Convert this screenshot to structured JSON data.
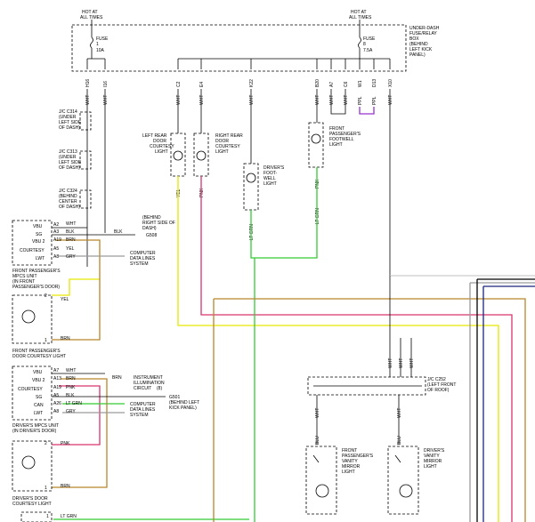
{
  "colors": {
    "yellow": "#e6e600",
    "pink": "#d9346e",
    "brown": "#b8862b",
    "light_green": "#33cc33",
    "purple": "#9933cc",
    "gray": "#9a9a9a",
    "black": "#000000",
    "dark_blue": "#1a237e",
    "white_wire": "#cccccc"
  },
  "fuse_box": {
    "hot_at_left": "HOT AT",
    "all_times_left": "ALL TIMES",
    "hot_at_right": "HOT AT",
    "all_times_right": "ALL TIMES",
    "label": [
      "UNDER-DASH",
      "FUSE/RELAY",
      "BOX",
      "(BEHIND",
      "LEFT KICK",
      "PANEL)"
    ],
    "fuse_left_label": "FUSE",
    "fuse_left_num": "1",
    "fuse_left_amps": "10A",
    "fuse_right_label": "FUSE",
    "fuse_right_num": "8",
    "fuse_right_amps": "7.5A",
    "pins": [
      "H16",
      "I16",
      "C2",
      "E4",
      "K22",
      "B20",
      "A7",
      "C6",
      "W1",
      "D13",
      "X10"
    ]
  },
  "wire_labels": {
    "wht": "WHT",
    "ppl": "PPL",
    "yel": "YEL",
    "pnk": "PNK",
    "lt_grn": "LT GRN",
    "blu": "BLU",
    "blk": "BLK",
    "brn": "BRN",
    "gry": "GRY"
  },
  "junctions": [
    [
      "J/C C314",
      "(UNDER",
      "LEFT SIDE",
      "OF DASH)"
    ],
    [
      "J/C C313",
      "(UNDER",
      "LEFT SIDE",
      "OF DASH)"
    ],
    [
      "J/C C324",
      "(BEHIND",
      "CENTER",
      "OF DASH)"
    ]
  ],
  "lights": {
    "left_rear": [
      "LEFT REAR",
      "DOOR",
      "COURTESY",
      "LIGHT"
    ],
    "right_rear": [
      "RIGHT REAR",
      "DOOR",
      "COURTESY",
      "LIGHT"
    ],
    "driver_footwell": [
      "DRIVER'S",
      "FOOT-",
      "WELL",
      "LIGHT"
    ],
    "pass_footwell": [
      "FRONT",
      "PASSENGER'S",
      "FOOTWELL",
      "LIGHT"
    ],
    "front_pass_door": [
      "FRONT PASSENGER'S",
      "DOOR COURTESY LIGHT"
    ],
    "driver_door": [
      "DRIVER'S DOOR",
      "COURTESY LIGHT"
    ],
    "pass_vanity": [
      "FRONT",
      "PASSENGER'S",
      "VANITY",
      "MIRROR",
      "LIGHT"
    ],
    "driver_vanity": [
      "DRIVER'S",
      "VANITY",
      "MIRROR",
      "LIGHT"
    ]
  },
  "pass_mpcs": {
    "label": [
      "FRONT PASSENGER'S",
      "MPCS UNIT",
      "(IN FRONT",
      "PASSENGER'S DOOR)"
    ],
    "pins": [
      "VBU",
      "SG",
      "VBU 2",
      "COURTESY",
      "LWT"
    ],
    "pin_nums": [
      "A2",
      "A3",
      "A19",
      "A5",
      "A8"
    ],
    "g_label": [
      "(BEHIND",
      "RIGHT SIDE OF",
      "DASH)",
      "G508"
    ],
    "computer_data": [
      "COMPUTER",
      "DATA LINES",
      "SYSTEM"
    ]
  },
  "driver_mpcs": {
    "label": [
      "DRIVER'S MPCS UNIT",
      "(IN DRIVER'S DOOR)"
    ],
    "pins": [
      "VBU",
      "VBU 2",
      "COURTESY",
      "SG",
      "CAN",
      "LWT"
    ],
    "pin_nums": [
      "A7",
      "A13",
      "A19",
      "A5",
      "A26",
      "A8"
    ],
    "instrument": [
      "INSTRUMENT",
      "ILLUMINATION",
      "CIRCUIT"
    ],
    "instrument_pin": "(8)",
    "g_label": [
      "G501",
      "(BEHIND LEFT",
      "KICK PANEL)"
    ],
    "computer_data": [
      "COMPUTER",
      "DATA LINES",
      "SYSTEM"
    ]
  },
  "jc_c252": [
    "J/C C252",
    "(LEFT FRONT",
    "OF ROOF)"
  ],
  "pin_numbers": {
    "one": "1",
    "two": "2"
  }
}
